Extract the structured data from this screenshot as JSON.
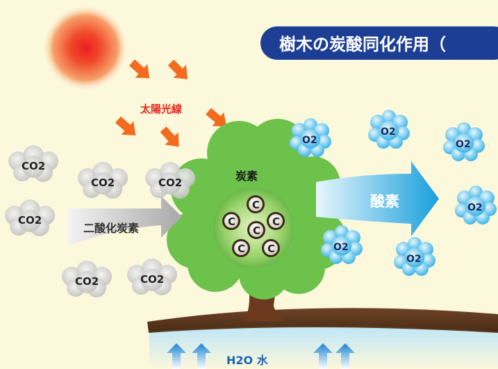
{
  "title": "樹木の炭酸同化作用（",
  "labels": {
    "sunlight": "太陽光線",
    "carbon_dioxide": "二酸化炭素",
    "carbon": "炭素",
    "oxygen": "酸素",
    "water": "H2O  水"
  },
  "molecules": {
    "co2_label": "CO2",
    "o2_label": "O2",
    "carbon_label": "C"
  },
  "colors": {
    "background": "#fcf8dc",
    "title_banner": "#1c3f95",
    "sun": "#ee1c24",
    "sun_arrows": "#f26b1f",
    "sunlight_text": "#e8251b",
    "tree": "#6cc24a",
    "trunk": "#6b3a1e",
    "oxygen_bubble": "#5ec8ec",
    "oxygen_arrow": "#1ba0dc",
    "water_arrows": "#2a8fd6"
  }
}
